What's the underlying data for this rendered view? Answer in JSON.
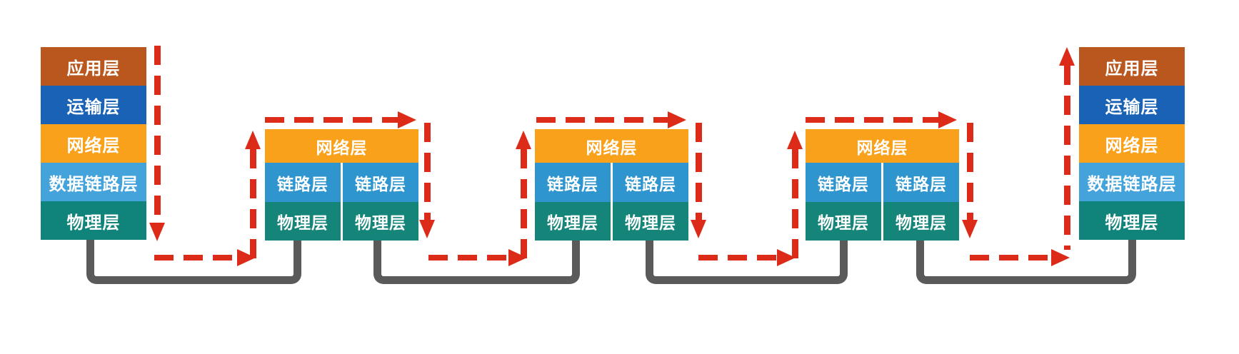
{
  "hosts": {
    "layers": [
      "应用层",
      "运输层",
      "网络层",
      "数据链路层",
      "物理层"
    ]
  },
  "routers": {
    "network": "网络层",
    "link": "链路层",
    "physical": "物理层"
  },
  "colors": {
    "application": "#ba571e",
    "transport": "#1a62b5",
    "network": "#f9a11b",
    "host_data_link": "#44a3da",
    "router_link": "#2e95ce",
    "physical": "#10847a",
    "flow_arrow": "#dc2b18",
    "cable": "#5a5a5a"
  }
}
